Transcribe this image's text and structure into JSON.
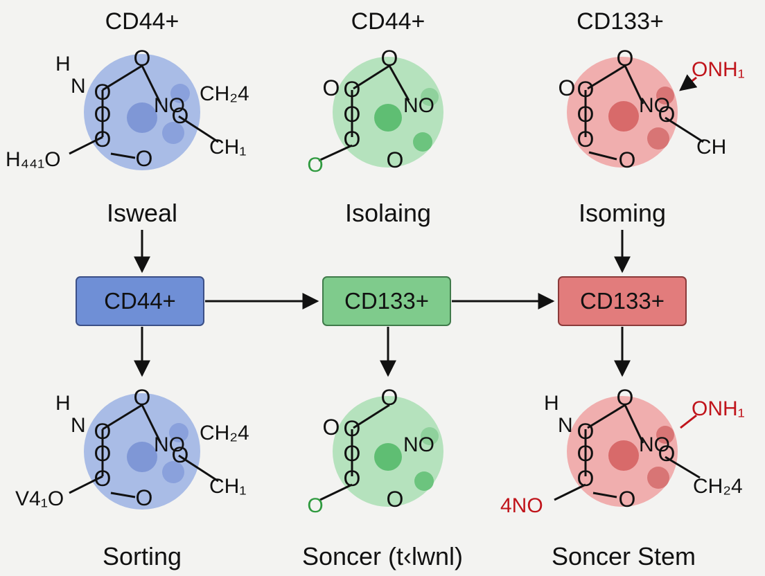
{
  "columns": [
    {
      "header": "CD44+",
      "caption": "Isweal",
      "color": "#8fa6dc"
    },
    {
      "header": "CD44+",
      "caption": "Isolaing",
      "color": "#9fd8a8"
    },
    {
      "header": "CD133+",
      "caption": "Isoming",
      "color": "#ec9a9a"
    }
  ],
  "boxes": [
    {
      "label": "CD44+",
      "fill": "#6f8fd6",
      "stroke": "#3b4f86"
    },
    {
      "label": "CD133+",
      "fill": "#7fcb8c",
      "stroke": "#3f7a4a"
    },
    {
      "label": "CD133+",
      "fill": "#e27c7c",
      "stroke": "#8a3a3a"
    }
  ],
  "bottom_captions": [
    "Sorting",
    "Soncer (t‹lwnl)",
    "Soncer Stem"
  ],
  "molecules": {
    "top_blue": {
      "h": "H",
      "n_left": "N",
      "sub_right_top": "CH₂4",
      "sub_right_bottom": "CH₁",
      "sub_left": "H₄₄₁O",
      "ring_n": "NO"
    },
    "top_green": {
      "ring_n": "NO"
    },
    "top_red": {
      "label_nh": "ONH₁",
      "sub_right_bottom": "CH",
      "ring_n": "NO"
    },
    "bottom_blue": {
      "h": "H",
      "n_left": "N",
      "sub_right_top": "CH₂4",
      "sub_right_bottom": "CH₁",
      "sub_left": "V4₁O",
      "ring_n": "NO"
    },
    "bottom_green": {
      "ring_n": "NO"
    },
    "bottom_red": {
      "h": "H",
      "n_left": "N",
      "label_nh": "ONH₁",
      "sub_right_bottom": "CH₂4",
      "sub_left": "4NO",
      "ring_n": "NO"
    }
  },
  "accents": {
    "red_text": "#c0141b",
    "green_text": "#2f9a3f",
    "arrow": "#111111"
  }
}
